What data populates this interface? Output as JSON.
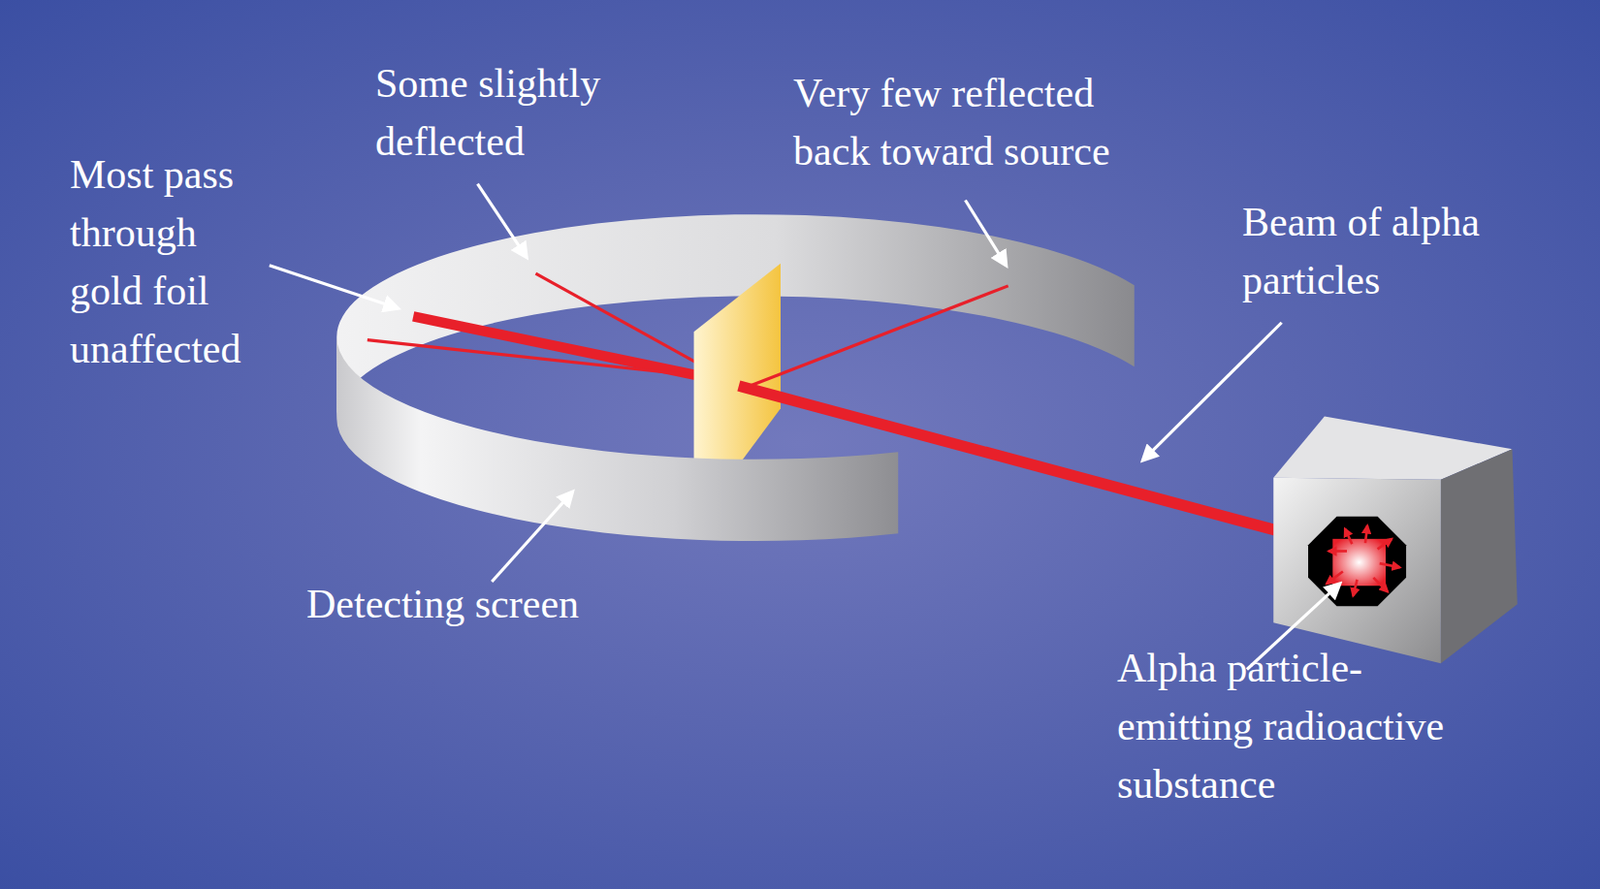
{
  "diagram": {
    "labels": [
      "Most pass through gold foil unaffected",
      "Some slightly deflected",
      "Very few reflected back toward source",
      "Beam of alpha particles",
      "Detecting screen",
      "Alpha particle-emitting radioactive substance"
    ]
  }
}
